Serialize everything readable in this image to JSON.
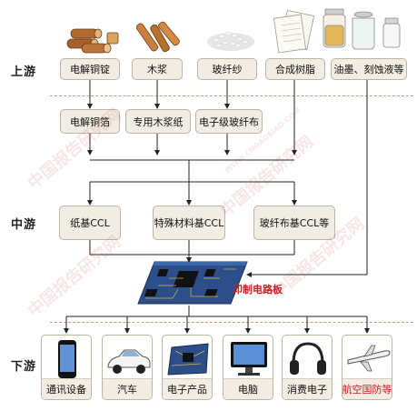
{
  "stages": {
    "upstream": "上游",
    "midstream": "中游",
    "downstream": "下游"
  },
  "upstream_materials": [
    {
      "label": "电解铜锭",
      "icon": "copper-ingot-icon"
    },
    {
      "label": "木浆",
      "icon": "wood-logs-icon"
    },
    {
      "label": "玻纤纱",
      "icon": "glass-fiber-pellets-icon"
    },
    {
      "label": "合成树脂",
      "icon": "paper-sheets-icon"
    },
    {
      "label": "油墨、刻蚀液等",
      "icon": "chemical-jars-icon"
    }
  ],
  "intermediate_materials": [
    "电解铜箔",
    "专用木浆纸",
    "电子级玻纤布"
  ],
  "midstream_products": [
    "纸基CCL",
    "特殊材料基CCL",
    "玻纤布基CCL等"
  ],
  "core_product": {
    "label": "印制电路板",
    "icon": "pcb-board-icon",
    "color": "#c81e1e"
  },
  "downstream_applications": [
    {
      "label": "通讯设备",
      "icon": "smartphone-icon"
    },
    {
      "label": "汽车",
      "icon": "car-icon"
    },
    {
      "label": "电子产品",
      "icon": "circuit-board-icon"
    },
    {
      "label": "电脑",
      "icon": "computer-monitor-icon"
    },
    {
      "label": "消费电子",
      "icon": "headphones-icon"
    },
    {
      "label": "航空国防等",
      "icon": "airplane-icon",
      "highlight": true
    }
  ],
  "watermark": {
    "text": "中国报告研究网",
    "url": "WWW.CNGAOBIAO.COM"
  },
  "colors": {
    "box_fill": "#f1ede4",
    "box_border": "#bdb4a3",
    "connector": "#222222",
    "divider": "#c99a7a",
    "highlight_red": "#c81e1e",
    "pcb_blue": "#2c4f8a"
  }
}
